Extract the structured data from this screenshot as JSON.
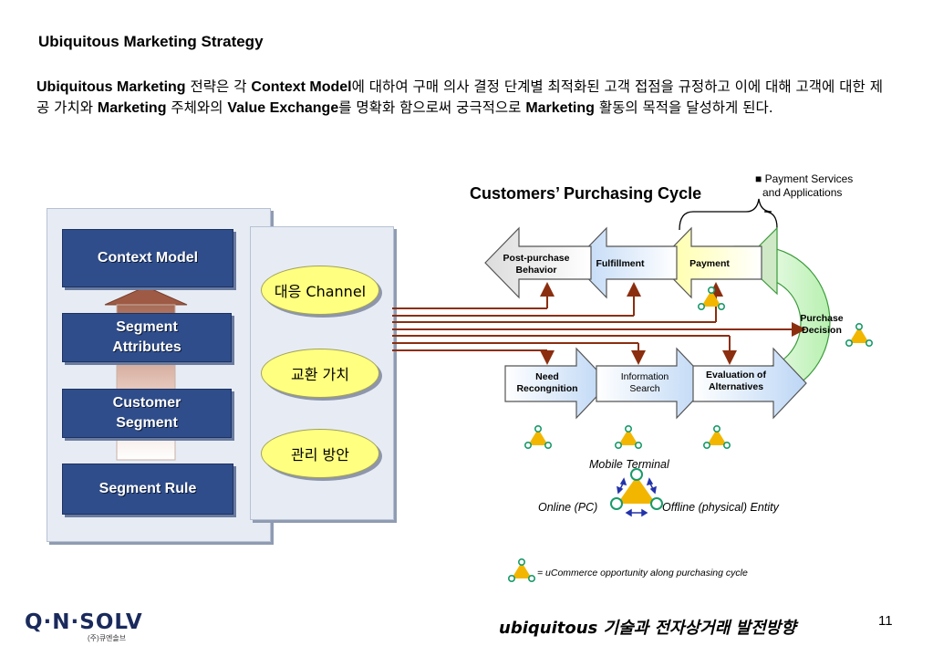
{
  "title": "Ubiquitous Marketing Strategy",
  "intro": {
    "p1": "Ubiquitous Marketing",
    "p2": " 전략은 각 ",
    "p3": "Context Model",
    "p4": "에 대하여 구매 의사 결정 단계별 최적화된 고객 접점을 규정하고  이에 대해 고객에 대한 제공 가치와 ",
    "p5": "Marketing",
    "p6": " 주체와의 ",
    "p7": "Value Exchange",
    "p8": "를 명확화 함으로써 궁극적으로 ",
    "p9": "Marketing",
    "p10": " 활동의 목적을 달성하게 된다."
  },
  "left_boxes": {
    "context_model": "Context Model",
    "segment_attributes": "Segment Attributes",
    "customer_segment": "Customer Segment",
    "segment_rule": "Segment Rule"
  },
  "ovals": {
    "channel": "대응 Channel",
    "exchange_value": "교환 가치",
    "management": "관리 방안"
  },
  "cycle": {
    "title": "Customers’ Purchasing Cycle",
    "legend_top_line1": "■ Payment Services",
    "legend_top_line2": "and Applications",
    "post_purchase_line1": "Post-purchase",
    "post_purchase_line2": "Behavior",
    "fulfillment": "Fulfillment",
    "payment": "Payment",
    "purchase_decision_line1": "Purchase",
    "purchase_decision_line2": "Decision",
    "need_line1": "Need",
    "need_line2": "Recongnition",
    "info_line1": "Information",
    "info_line2": "Search",
    "eval_line1": "Evaluation of",
    "eval_line2": "Alternatives"
  },
  "channels": {
    "mobile": "Mobile Terminal",
    "online": "Online (PC)",
    "offline": "Offline (physical) Entity"
  },
  "legend_bottom": "= uCommerce opportunity along purchasing cycle",
  "footer": {
    "title": "ubiquitous 기술과 전자상거래 발전방향",
    "page": "11",
    "logo": "Q·N·SOLV",
    "logo_sub": "(주)큐엔솔브"
  },
  "colors": {
    "navy": "#2f4d8a",
    "arrow_brown": "#8b2e0f",
    "triangle_gold": "#f2b600",
    "oval_yellow": "#ffff80"
  }
}
